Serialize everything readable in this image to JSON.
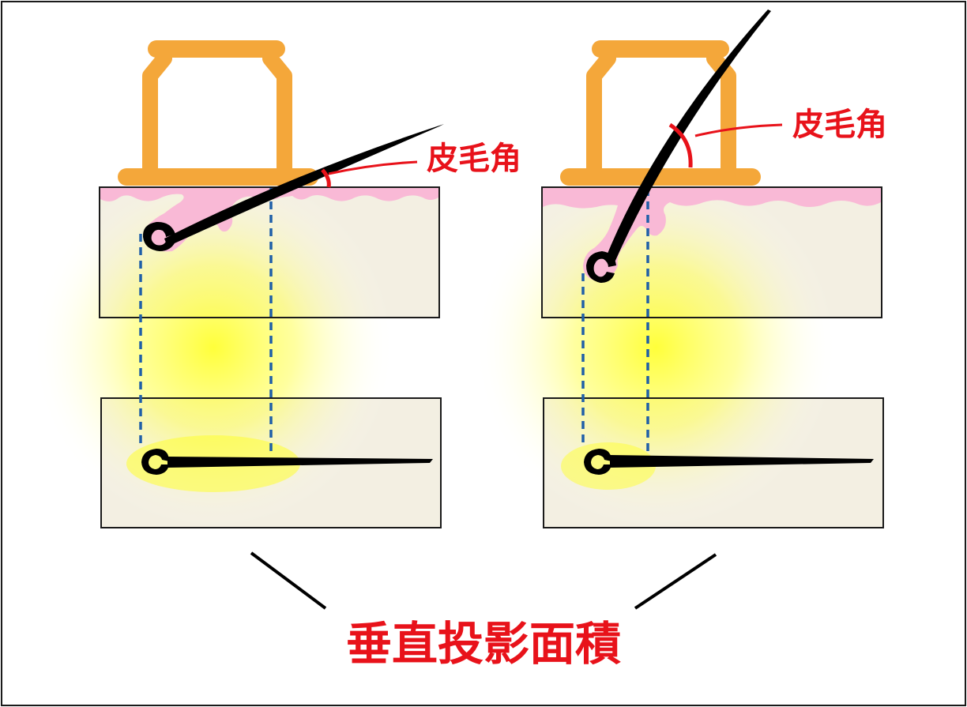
{
  "diagram": {
    "panels": [
      {
        "angle_label": "皮毛角"
      },
      {
        "angle_label": "皮毛角"
      }
    ],
    "caption": "垂直投影面積"
  },
  "colors": {
    "angle_label": "#e8121a",
    "caption": "#e8121a",
    "device": "#f4a73a",
    "skin_surface": "#f9b9d6",
    "tissue": "#f3efe2",
    "glow": "#ffff40",
    "projection_line": "#1f5fa8",
    "hair": "#000000"
  }
}
